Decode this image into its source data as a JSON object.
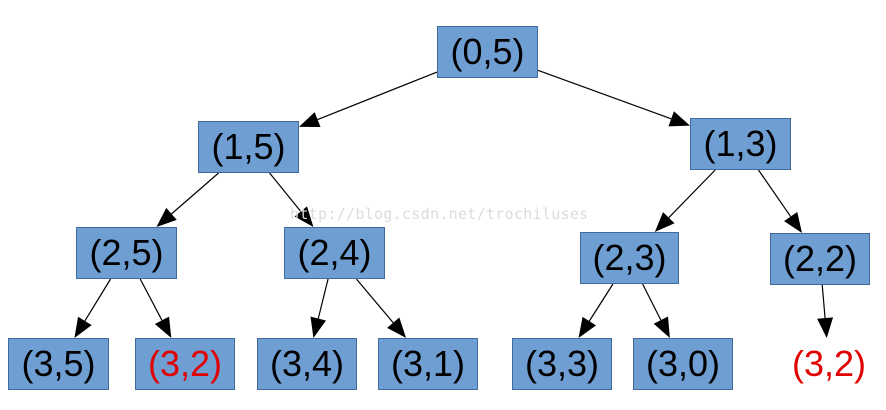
{
  "watermark": "http://blog.csdn.net/trochiluses",
  "colors": {
    "node_fill": "#6f9ed3",
    "node_border": "#3e6a9c",
    "highlight_text": "#e00000",
    "edge": "#000000"
  },
  "nodes": [
    {
      "id": "n0",
      "label": "(0,5)",
      "highlight": false
    },
    {
      "id": "n1",
      "label": "(1,5)",
      "highlight": false
    },
    {
      "id": "n2",
      "label": "(1,3)",
      "highlight": false
    },
    {
      "id": "n3",
      "label": "(2,5)",
      "highlight": false
    },
    {
      "id": "n4",
      "label": "(2,4)",
      "highlight": false
    },
    {
      "id": "n5",
      "label": "(2,3)",
      "highlight": false
    },
    {
      "id": "n6",
      "label": "(2,2)",
      "highlight": false
    },
    {
      "id": "n7",
      "label": "(3,5)",
      "highlight": false
    },
    {
      "id": "n8",
      "label": "(3,2)",
      "highlight": true
    },
    {
      "id": "n9",
      "label": "(3,4)",
      "highlight": false
    },
    {
      "id": "n10",
      "label": "(3,1)",
      "highlight": false
    },
    {
      "id": "n11",
      "label": "(3,3)",
      "highlight": false
    },
    {
      "id": "n12",
      "label": "(3,0)",
      "highlight": false
    },
    {
      "id": "n13",
      "label": "(3,2)",
      "highlight": true,
      "no_box": true
    }
  ],
  "edges": [
    {
      "from": "n0",
      "to": "n1"
    },
    {
      "from": "n0",
      "to": "n2"
    },
    {
      "from": "n1",
      "to": "n3"
    },
    {
      "from": "n1",
      "to": "n4"
    },
    {
      "from": "n2",
      "to": "n5"
    },
    {
      "from": "n2",
      "to": "n6"
    },
    {
      "from": "n3",
      "to": "n7"
    },
    {
      "from": "n3",
      "to": "n8"
    },
    {
      "from": "n4",
      "to": "n9"
    },
    {
      "from": "n4",
      "to": "n10"
    },
    {
      "from": "n5",
      "to": "n11"
    },
    {
      "from": "n5",
      "to": "n12"
    },
    {
      "from": "n6",
      "to": "n13"
    }
  ]
}
